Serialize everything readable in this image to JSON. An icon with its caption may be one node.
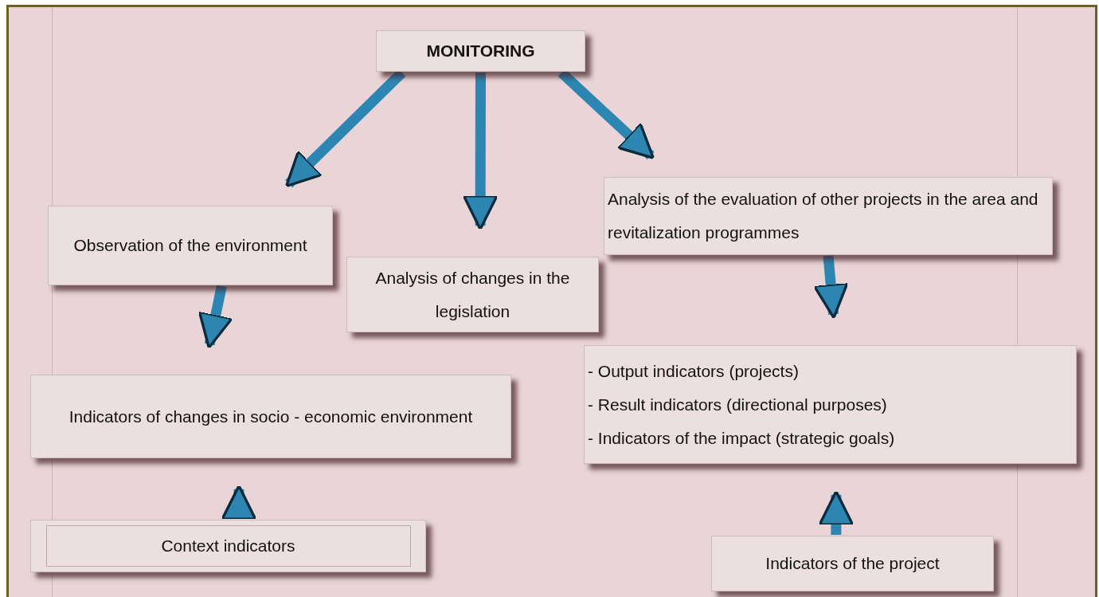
{
  "diagram": {
    "nodes": [
      {
        "text": [
          "MONITORING"
        ]
      },
      {
        "text": [
          "Observation of the environment"
        ]
      },
      {
        "text": [
          "Analysis of changes in the legislation"
        ]
      },
      {
        "text": [
          "Analysis of the evaluation of other projects in the area and revitalization programmes"
        ]
      },
      {
        "text": [
          "Indicators of changes in socio - economic environment"
        ]
      },
      {
        "text": [
          "- Output indicators (projects)",
          "- Result indicators (directional purposes)",
          "- Indicators of the impact (strategic goals)"
        ]
      },
      {
        "text": [
          "Context indicators"
        ]
      },
      {
        "text": [
          "Indicators of the project"
        ]
      }
    ],
    "edges": [
      {
        "from": 0,
        "to": 1,
        "arrow": "to"
      },
      {
        "from": 0,
        "to": 2,
        "arrow": "to"
      },
      {
        "from": 0,
        "to": 3,
        "arrow": "to"
      },
      {
        "from": 1,
        "to": 4,
        "arrow": "to"
      },
      {
        "from": 3,
        "to": 5,
        "arrow": "to"
      },
      {
        "from": 6,
        "to": 4,
        "arrow": "to"
      },
      {
        "from": 7,
        "to": 5,
        "arrow": "to"
      }
    ]
  }
}
